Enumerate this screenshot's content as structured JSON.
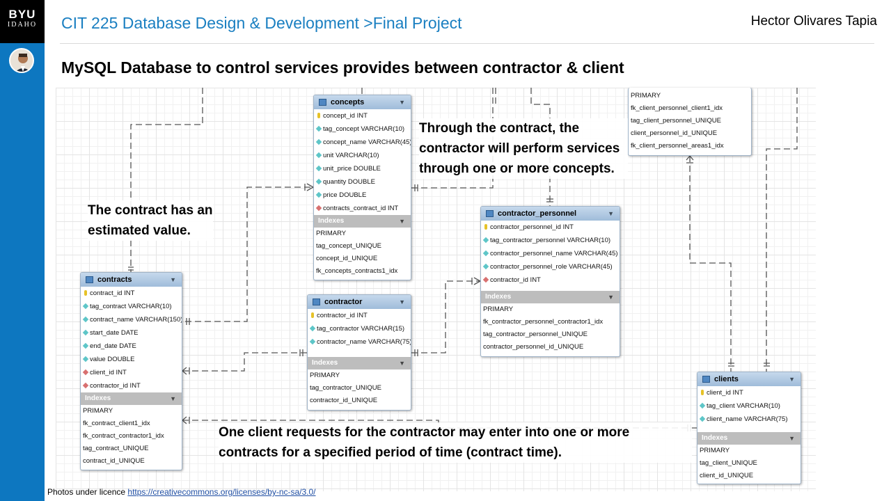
{
  "branding": {
    "line1": "BYU",
    "line2": "IDAHO"
  },
  "header": {
    "course": "CIT 225 Database Design & Development >Final Project",
    "author": "Hector Olivares Tapia",
    "subtitle": "MySQL Database to control services provides between contractor & client"
  },
  "tables": {
    "concepts": {
      "name": "concepts",
      "columns": [
        "concept_id INT",
        "tag_concept VARCHAR(10)",
        "concept_name VARCHAR(45)",
        "unit VARCHAR(10)",
        "unit_price DOUBLE",
        "quantity DOUBLE",
        "price DOUBLE",
        "contracts_contract_id INT"
      ],
      "indexes_label": "Indexes",
      "indexes": [
        "PRIMARY",
        "tag_concept_UNIQUE",
        "concept_id_UNIQUE",
        "fk_concepts_contracts1_idx"
      ]
    },
    "contracts": {
      "name": "contracts",
      "columns": [
        "contract_id INT",
        "tag_contract VARCHAR(10)",
        "contract_name VARCHAR(150)",
        "start_date DATE",
        "end_date DATE",
        "value DOUBLE",
        "client_id INT",
        "contractor_id INT"
      ],
      "indexes_label": "Indexes",
      "indexes": [
        "PRIMARY",
        "fk_contract_client1_idx",
        "fk_contract_contractor1_idx",
        "tag_contract_UNIQUE",
        "contract_id_UNIQUE"
      ]
    },
    "contractor": {
      "name": "contractor",
      "columns": [
        "contractor_id INT",
        "tag_contractor VARCHAR(15)",
        "contractor_name VARCHAR(75)"
      ],
      "indexes_label": "Indexes",
      "indexes": [
        "PRIMARY",
        "tag_contractor_UNIQUE",
        "contractor_id_UNIQUE"
      ]
    },
    "contractor_personnel": {
      "name": "contractor_personnel",
      "columns": [
        "contractor_personnel_id INT",
        "tag_contractor_personnel VARCHAR(10)",
        "contractor_personnel_name VARCHAR(45)",
        "contractor_personnel_role VARCHAR(45)",
        "contractor_id INT"
      ],
      "indexes_label": "Indexes",
      "indexes": [
        "PRIMARY",
        "fk_contractor_personnel_contractor1_idx",
        "tag_contractor_personnel_UNIQUE",
        "contractor_personnel_id_UNIQUE"
      ]
    },
    "client_personnel_partial": {
      "indexes": [
        "PRIMARY",
        "fk_client_personnel_client1_idx",
        "tag_client_personnel_UNIQUE",
        "client_personnel_id_UNIQUE",
        "fk_client_personnel_areas1_idx"
      ]
    },
    "clients": {
      "name": "clients",
      "columns": [
        "client_id INT",
        "tag_client VARCHAR(10)",
        "client_name VARCHAR(75)"
      ],
      "indexes_label": "Indexes",
      "indexes": [
        "PRIMARY",
        "tag_client_UNIQUE",
        "client_id_UNIQUE"
      ]
    }
  },
  "notes": {
    "concepts_note": "Through the contract, the contractor will perform services through one or more concepts.",
    "contract_note": "The contract has an estimated value.",
    "client_note": "One client requests for the contractor may enter into one or more contracts for a specified period of time (contract time)."
  },
  "footer": {
    "text": "Photos under licence ",
    "link": "https://creativecommons.org/licenses/by-nc-sa/3.0/"
  },
  "colors": {
    "sidebar": "#0d77c0",
    "course_title": "#1a7fc1",
    "table_header": "#9fbcda"
  }
}
